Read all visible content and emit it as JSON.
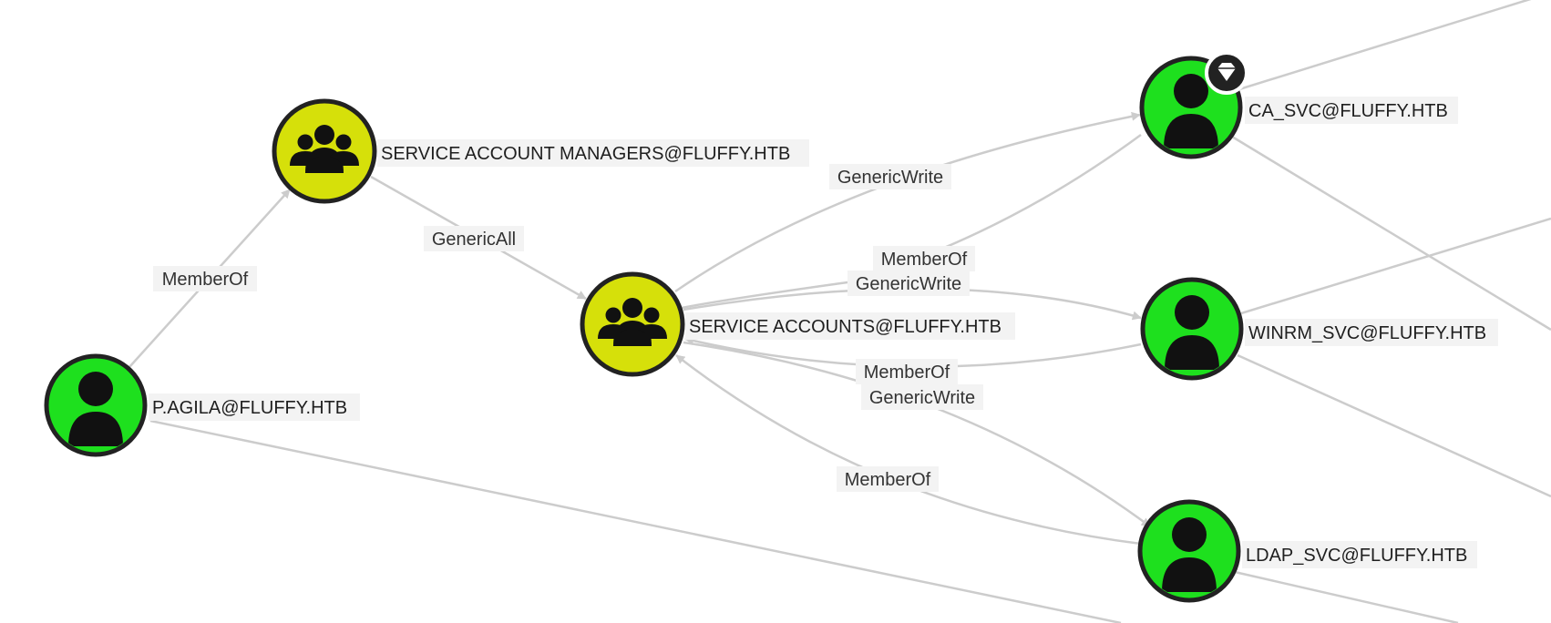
{
  "colors": {
    "user_node": "#1ee01e",
    "group_node": "#d6e00a",
    "node_border": "#222222",
    "edge": "#cccccc",
    "label_bg": "#f3f3f3"
  },
  "nodes": [
    {
      "id": "svc_mgrs",
      "label": "SERVICE ACCOUNT MANAGERS@FLUFFY.HTB",
      "kind": "group",
      "icon": "group-icon"
    },
    {
      "id": "p_agila",
      "label": "P.AGILA@FLUFFY.HTB",
      "kind": "user",
      "icon": "user-icon"
    },
    {
      "id": "svc_accts",
      "label": "SERVICE ACCOUNTS@FLUFFY.HTB",
      "kind": "group",
      "icon": "group-icon"
    },
    {
      "id": "ca_svc",
      "label": "CA_SVC@FLUFFY.HTB",
      "kind": "user",
      "icon": "user-icon",
      "badge": "diamond-badge-icon"
    },
    {
      "id": "winrm_svc",
      "label": "WINRM_SVC@FLUFFY.HTB",
      "kind": "user",
      "icon": "user-icon"
    },
    {
      "id": "ldap_svc",
      "label": "LDAP_SVC@FLUFFY.HTB",
      "kind": "user",
      "icon": "user-icon"
    }
  ],
  "edges": [
    {
      "from": "p_agila",
      "to": "svc_mgrs",
      "label": "MemberOf"
    },
    {
      "from": "svc_mgrs",
      "to": "svc_accts",
      "label": "GenericAll"
    },
    {
      "from": "svc_accts",
      "to": "ca_svc",
      "label": "GenericWrite"
    },
    {
      "from": "ca_svc",
      "to": "svc_accts",
      "label": "MemberOf"
    },
    {
      "from": "svc_accts",
      "to": "winrm_svc",
      "label": "GenericWrite"
    },
    {
      "from": "winrm_svc",
      "to": "svc_accts",
      "label": "MemberOf"
    },
    {
      "from": "svc_accts",
      "to": "ldap_svc",
      "label": "GenericWrite"
    },
    {
      "from": "ldap_svc",
      "to": "svc_accts",
      "label": "MemberOf"
    }
  ]
}
